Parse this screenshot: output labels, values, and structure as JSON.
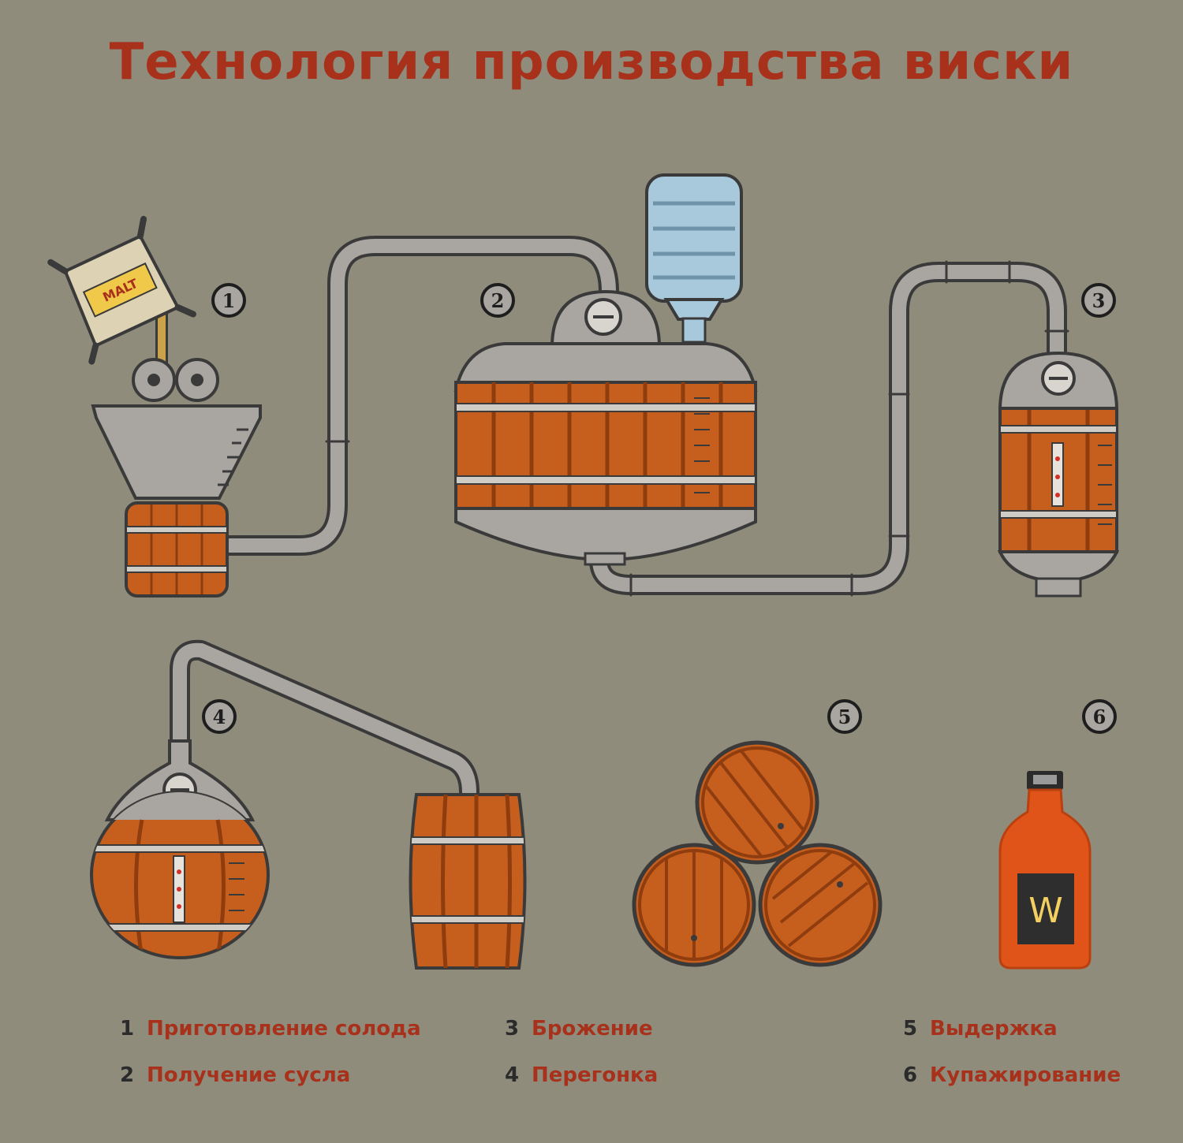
{
  "title": "Технология производства виски",
  "malt_label": "MALT",
  "bottle_label": "W",
  "step_markers": [
    "1",
    "2",
    "3",
    "4",
    "5",
    "6"
  ],
  "legend": [
    {
      "num": "1",
      "text": "Приготовление солода"
    },
    {
      "num": "2",
      "text": "Получение сусла"
    },
    {
      "num": "3",
      "text": "Брожение"
    },
    {
      "num": "4",
      "text": "Перегонка"
    },
    {
      "num": "5",
      "text": "Выдержка"
    },
    {
      "num": "6",
      "text": "Купажирование"
    }
  ],
  "colors": {
    "background": "#8f8c7c",
    "title": "#a8311c",
    "wood": "#c65e1e",
    "wood_dark": "#8f3d0f",
    "metal": "#a9a6a1",
    "hoop": "#cfccc6",
    "water": "#a8c8dc",
    "outline": "#3a3a3a"
  }
}
